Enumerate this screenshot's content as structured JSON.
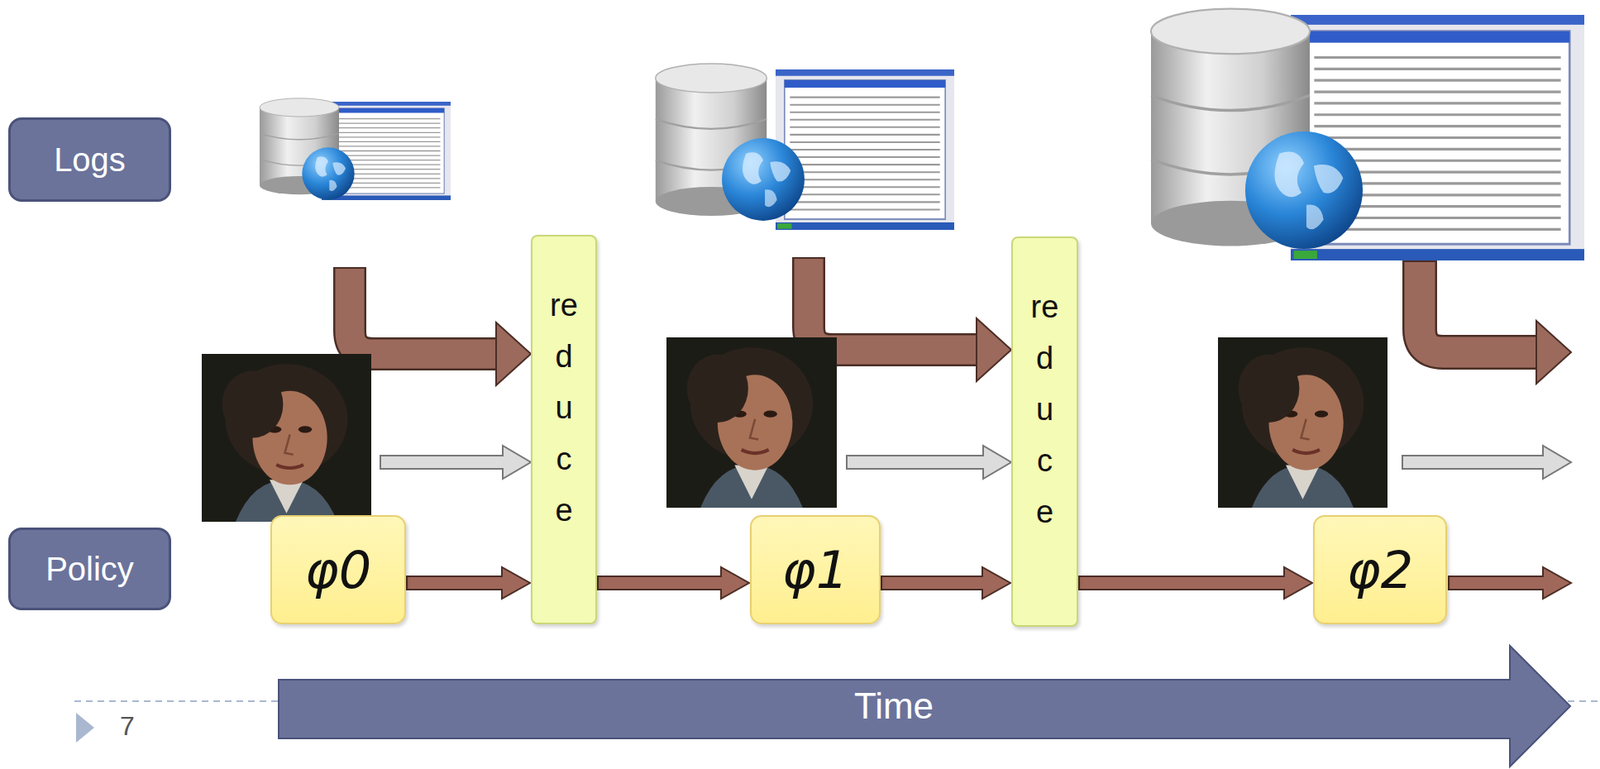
{
  "diagram": {
    "nodes": [
      {
        "text": [
          "Logs"
        ]
      },
      {
        "text": [
          "Policy"
        ]
      },
      {
        "text": [
          "φ0"
        ]
      },
      {
        "text": [
          "reduce"
        ]
      },
      {
        "text": [
          "φ1"
        ]
      },
      {
        "text": [
          "reduce"
        ]
      },
      {
        "text": [
          "φ2"
        ]
      },
      {
        "text": [
          "Time"
        ]
      }
    ],
    "edges": [
      {
        "from": 2,
        "to": 3,
        "arrow": "to"
      },
      {
        "from": 3,
        "to": 4,
        "arrow": "to"
      },
      {
        "from": 4,
        "to": 5,
        "arrow": "to"
      },
      {
        "from": 5,
        "to": 6,
        "arrow": "to"
      }
    ],
    "labels": [
      "7"
    ]
  }
}
